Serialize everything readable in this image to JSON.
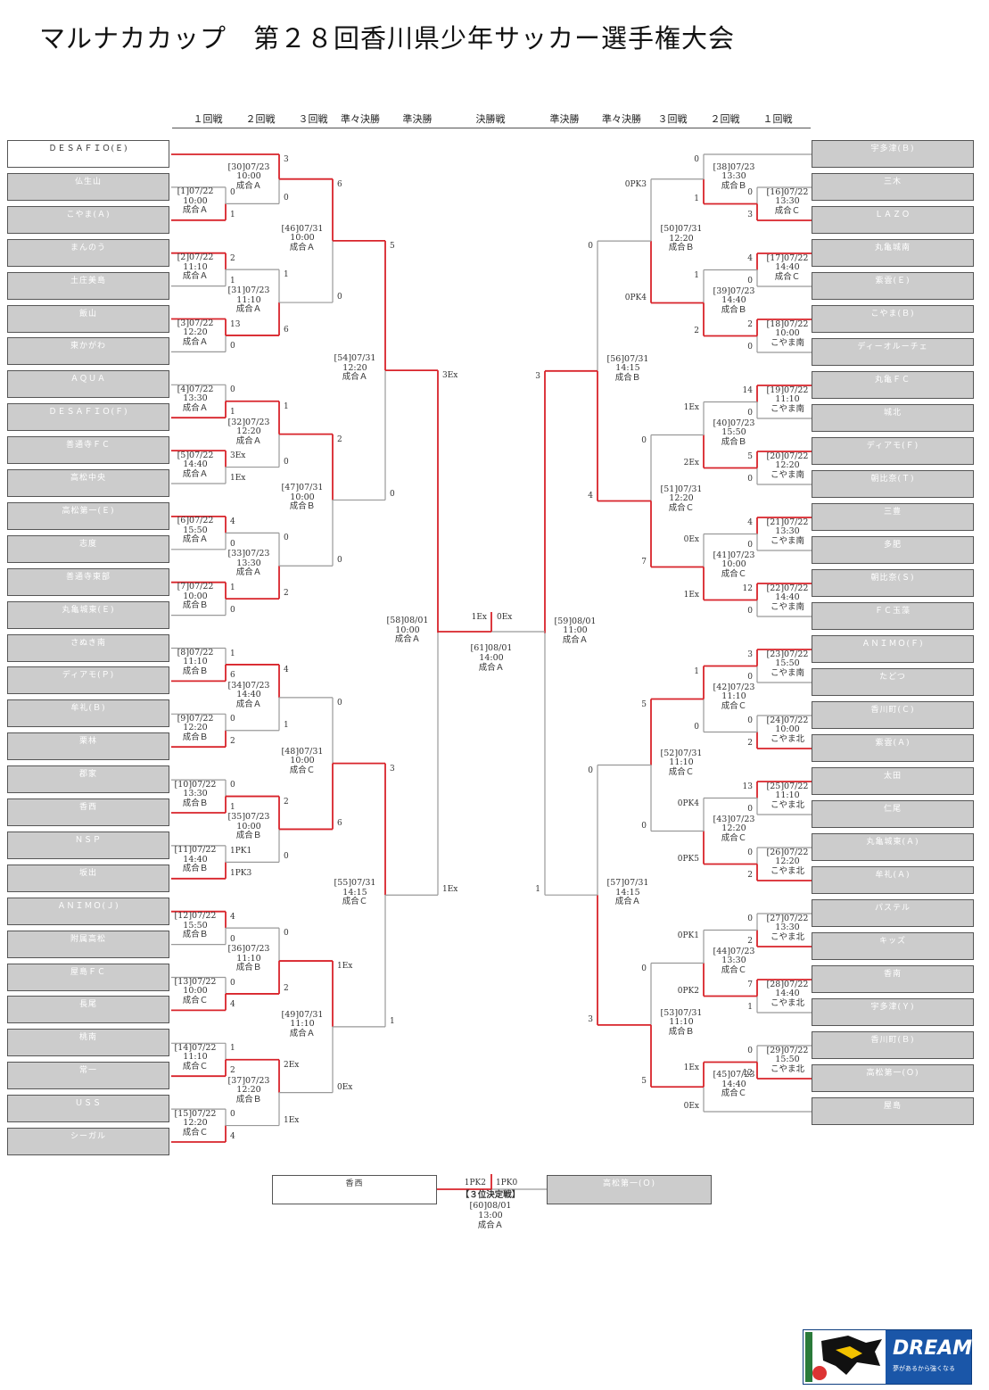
{
  "title": "マルナカカップ　第２８回香川県少年サッカー選手権大会",
  "rounds": {
    "left": [
      "１回戦",
      "２回戦",
      "３回戦",
      "準々決勝",
      "準決勝"
    ],
    "center": "決勝戦",
    "right": [
      "準決勝",
      "準々決勝",
      "３回戦",
      "２回戦",
      "１回戦"
    ]
  },
  "left_teams": [
    {
      "name": "ＤＥＳＡＦＩＯ(Ｅ)",
      "win": true
    },
    {
      "name": "仏生山",
      "win": false
    },
    {
      "name": "こやま(Ａ)",
      "win": false
    },
    {
      "name": "まんのう",
      "win": false
    },
    {
      "name": "土庄美島",
      "win": false
    },
    {
      "name": "飯山",
      "win": false
    },
    {
      "name": "東かがわ",
      "win": false
    },
    {
      "name": "ＡＱＵＡ",
      "win": false
    },
    {
      "name": "ＤＥＳＡＦＩＯ(Ｆ)",
      "win": false
    },
    {
      "name": "善通寺ＦＣ",
      "win": false
    },
    {
      "name": "高松中央",
      "win": false
    },
    {
      "name": "高松第一(Ｅ)",
      "win": false
    },
    {
      "name": "志度",
      "win": false
    },
    {
      "name": "善通寺東部",
      "win": false
    },
    {
      "name": "丸亀城東(Ｅ)",
      "win": false
    },
    {
      "name": "さぬき南",
      "win": false
    },
    {
      "name": "ディアモ(Ｐ)",
      "win": false
    },
    {
      "name": "牟礼(Ｂ)",
      "win": false
    },
    {
      "name": "栗林",
      "win": false
    },
    {
      "name": "郡家",
      "win": false
    },
    {
      "name": "香西",
      "win": false
    },
    {
      "name": "ＮＳＰ",
      "win": false
    },
    {
      "name": "坂出",
      "win": false
    },
    {
      "name": "ＡＮＩＭＯ(Ｊ)",
      "win": false
    },
    {
      "name": "附属高松",
      "win": false
    },
    {
      "name": "屋島ＦＣ",
      "win": false
    },
    {
      "name": "長尾",
      "win": false
    },
    {
      "name": "桃南",
      "win": false
    },
    {
      "name": "常一",
      "win": false
    },
    {
      "name": "ＵＳＳ",
      "win": false
    },
    {
      "name": "シーガル",
      "win": false
    }
  ],
  "right_teams": [
    {
      "name": "宇多津(Ｂ)",
      "win": false
    },
    {
      "name": "三木",
      "win": false
    },
    {
      "name": "ＬＡＺＯ",
      "win": false
    },
    {
      "name": "丸亀城南",
      "win": false
    },
    {
      "name": "紫雲(Ｅ)",
      "win": false
    },
    {
      "name": "こやま(Ｂ)",
      "win": false
    },
    {
      "name": "ディーオルーチェ",
      "win": false
    },
    {
      "name": "丸亀ＦＣ",
      "win": false
    },
    {
      "name": "城北",
      "win": false
    },
    {
      "name": "ディアモ(Ｆ)",
      "win": false
    },
    {
      "name": "朝比奈(Ｔ)",
      "win": false
    },
    {
      "name": "三豊",
      "win": false
    },
    {
      "name": "多肥",
      "win": false
    },
    {
      "name": "朝比奈(Ｓ)",
      "win": false
    },
    {
      "name": "ＦＣ玉藻",
      "win": false
    },
    {
      "name": "ＡＮＩＭＯ(Ｆ)",
      "win": false
    },
    {
      "name": "たどつ",
      "win": false
    },
    {
      "name": "香川町(Ｃ)",
      "win": false
    },
    {
      "name": "紫雲(Ａ)",
      "win": false
    },
    {
      "name": "太田",
      "win": false
    },
    {
      "name": "仁尾",
      "win": false
    },
    {
      "name": "丸亀城東(Ａ)",
      "win": false
    },
    {
      "name": "牟礼(Ａ)",
      "win": false
    },
    {
      "name": "パステル",
      "win": false
    },
    {
      "name": "キッズ",
      "win": false
    },
    {
      "name": "香南",
      "win": false
    },
    {
      "name": "宇多津(Ｙ)",
      "win": false
    },
    {
      "name": "香川町(Ｂ)",
      "win": false
    },
    {
      "name": "高松第一(Ｏ)",
      "win": false
    },
    {
      "name": "屋島",
      "win": false
    }
  ],
  "matches": {
    "L1": {
      "info": [
        "[1]07/22",
        "10:00",
        "成合Ａ"
      ],
      "s1": "0",
      "s2": "1"
    },
    "L2": {
      "info": [
        "[2]07/22",
        "11:10",
        "成合Ａ"
      ],
      "s1": "2",
      "s2": "1"
    },
    "L3": {
      "info": [
        "[3]07/22",
        "12:20",
        "成合Ａ"
      ],
      "s1": "13",
      "s2": "0"
    },
    "L4": {
      "info": [
        "[4]07/22",
        "13:30",
        "成合Ａ"
      ],
      "s1": "0",
      "s2": "1"
    },
    "L5": {
      "info": [
        "[5]07/22",
        "14:40",
        "成合Ａ"
      ],
      "s1": "3Ex",
      "s2": "1Ex"
    },
    "L6": {
      "info": [
        "[6]07/22",
        "15:50",
        "成合Ａ"
      ],
      "s1": "4",
      "s2": "0"
    },
    "L7": {
      "info": [
        "[7]07/22",
        "10:00",
        "成合Ｂ"
      ],
      "s1": "1",
      "s2": "0"
    },
    "L8": {
      "info": [
        "[8]07/22",
        "11:10",
        "成合Ｂ"
      ],
      "s1": "1",
      "s2": "6"
    },
    "L9": {
      "info": [
        "[9]07/22",
        "12:20",
        "成合Ｂ"
      ],
      "s1": "0",
      "s2": "2"
    },
    "L10": {
      "info": [
        "[10]07/22",
        "13:30",
        "成合Ｂ"
      ],
      "s1": "0",
      "s2": "1"
    },
    "L11": {
      "info": [
        "[11]07/22",
        "14:40",
        "成合Ｂ"
      ],
      "s1": "1PK1",
      "s2": "1PK3"
    },
    "L12": {
      "info": [
        "[12]07/22",
        "15:50",
        "成合Ｂ"
      ],
      "s1": "4",
      "s2": "0"
    },
    "L13": {
      "info": [
        "[13]07/22",
        "10:00",
        "成合Ｃ"
      ],
      "s1": "0",
      "s2": "4"
    },
    "L14": {
      "info": [
        "[14]07/22",
        "11:10",
        "成合Ｃ"
      ],
      "s1": "1",
      "s2": "2"
    },
    "L15": {
      "info": [
        "[15]07/22",
        "12:20",
        "成合Ｃ"
      ],
      "s1": "0",
      "s2": "4"
    },
    "L30": {
      "info": [
        "[30]07/23",
        "10:00",
        "成合Ａ"
      ],
      "s1": "3",
      "s2": "0"
    },
    "L31": {
      "info": [
        "[31]07/23",
        "11:10",
        "成合Ａ"
      ],
      "s1": "1",
      "s2": "6"
    },
    "L32": {
      "info": [
        "[32]07/23",
        "12:20",
        "成合Ａ"
      ],
      "s1": "1",
      "s2": "0"
    },
    "L33": {
      "info": [
        "[33]07/23",
        "13:30",
        "成合Ａ"
      ],
      "s1": "0",
      "s2": "2"
    },
    "L34": {
      "info": [
        "[34]07/23",
        "14:40",
        "成合Ａ"
      ],
      "s1": "4",
      "s2": "1"
    },
    "L35": {
      "info": [
        "[35]07/23",
        "10:00",
        "成合Ｂ"
      ],
      "s1": "2",
      "s2": "0"
    },
    "L36": {
      "info": [
        "[36]07/23",
        "11:10",
        "成合Ｂ"
      ],
      "s1": "0",
      "s2": "2"
    },
    "L37": {
      "info": [
        "[37]07/23",
        "12:20",
        "成合Ｂ"
      ],
      "s1": "2Ex",
      "s2": "1Ex"
    },
    "L46": {
      "info": [
        "[46]07/31",
        "10:00",
        "成合Ａ"
      ],
      "s1": "6",
      "s2": "0"
    },
    "L47": {
      "info": [
        "[47]07/31",
        "10:00",
        "成合Ｂ"
      ],
      "s1": "2",
      "s2": "0"
    },
    "L48": {
      "info": [
        "[48]07/31",
        "10:00",
        "成合Ｃ"
      ],
      "s1": "0",
      "s2": "6"
    },
    "L49": {
      "info": [
        "[49]07/31",
        "11:10",
        "成合Ａ"
      ],
      "s1": "1Ex",
      "s2": "0Ex"
    },
    "L54": {
      "info": [
        "[54]07/31",
        "12:20",
        "成合Ａ"
      ],
      "s1": "5",
      "s2": "0"
    },
    "L55": {
      "info": [
        "[55]07/31",
        "14:15",
        "成合Ｃ"
      ],
      "s1": "3",
      "s2": "1"
    },
    "L58": {
      "info": [
        "[58]08/01",
        "10:00",
        "成合Ａ"
      ],
      "s1": "3Ex",
      "s2": "1Ex"
    },
    "R16": {
      "info": [
        "[16]07/22",
        "13:30",
        "成合Ｃ"
      ],
      "s1": "0",
      "s2": "3"
    },
    "R17": {
      "info": [
        "[17]07/22",
        "14:40",
        "成合Ｃ"
      ],
      "s1": "4",
      "s2": "0"
    },
    "R18": {
      "info": [
        "[18]07/22",
        "10:00",
        "こやま南"
      ],
      "s1": "2",
      "s2": "0"
    },
    "R19": {
      "info": [
        "[19]07/22",
        "11:10",
        "こやま南"
      ],
      "s1": "14",
      "s2": "0"
    },
    "R20": {
      "info": [
        "[20]07/22",
        "12:20",
        "こやま南"
      ],
      "s1": "5",
      "s2": "0"
    },
    "R21": {
      "info": [
        "[21]07/22",
        "13:30",
        "こやま南"
      ],
      "s1": "4",
      "s2": "0"
    },
    "R22": {
      "info": [
        "[22]07/22",
        "14:40",
        "こやま南"
      ],
      "s1": "12",
      "s2": "0"
    },
    "R23": {
      "info": [
        "[23]07/22",
        "15:50",
        "こやま南"
      ],
      "s1": "3",
      "s2": "0"
    },
    "R24": {
      "info": [
        "[24]07/22",
        "10:00",
        "こやま北"
      ],
      "s1": "0",
      "s2": "2"
    },
    "R25": {
      "info": [
        "[25]07/22",
        "11:10",
        "こやま北"
      ],
      "s1": "13",
      "s2": "0"
    },
    "R26": {
      "info": [
        "[26]07/22",
        "12:20",
        "こやま北"
      ],
      "s1": "0",
      "s2": "2"
    },
    "R27": {
      "info": [
        "[27]07/22",
        "13:30",
        "こやま北"
      ],
      "s1": "0",
      "s2": "2"
    },
    "R28": {
      "info": [
        "[28]07/22",
        "14:40",
        "こやま北"
      ],
      "s1": "7",
      "s2": "1"
    },
    "R29": {
      "info": [
        "[29]07/22",
        "15:50",
        "こやま北"
      ],
      "s1": "0",
      "s2": "12"
    },
    "R38": {
      "info": [
        "[38]07/23",
        "13:30",
        "成合Ｂ"
      ],
      "s1": "0",
      "s2": "1"
    },
    "R39": {
      "info": [
        "[39]07/23",
        "14:40",
        "成合Ｂ"
      ],
      "s1": "1",
      "s2": "2"
    },
    "R40": {
      "info": [
        "[40]07/23",
        "15:50",
        "成合Ｂ"
      ],
      "s1": "1Ex",
      "s2": "2Ex"
    },
    "R41": {
      "info": [
        "[41]07/23",
        "10:00",
        "成合Ｃ"
      ],
      "s1": "0Ex",
      "s2": "1Ex"
    },
    "R42": {
      "info": [
        "[42]07/23",
        "11:10",
        "成合Ｃ"
      ],
      "s1": "1",
      "s2": "0"
    },
    "R43": {
      "info": [
        "[43]07/23",
        "12:20",
        "成合Ｃ"
      ],
      "s1": "0PK4",
      "s2": "0PK5"
    },
    "R44": {
      "info": [
        "[44]07/23",
        "13:30",
        "成合Ｃ"
      ],
      "s1": "0PK1",
      "s2": "0PK2"
    },
    "R45": {
      "info": [
        "[45]07/23",
        "14:40",
        "成合Ｃ"
      ],
      "s1": "1Ex",
      "s2": "0Ex"
    },
    "R50": {
      "info": [
        "[50]07/31",
        "12:20",
        "成合Ｂ"
      ],
      "s1": "0PK3",
      "s2": "0PK4"
    },
    "R51": {
      "info": [
        "[51]07/31",
        "12:20",
        "成合Ｃ"
      ],
      "s1": "0",
      "s2": "7"
    },
    "R52": {
      "info": [
        "[52]07/31",
        "11:10",
        "成合Ｃ"
      ],
      "s1": "5",
      "s2": "0"
    },
    "R53": {
      "info": [
        "[53]07/31",
        "11:10",
        "成合Ｂ"
      ],
      "s1": "0",
      "s2": "5"
    },
    "R56": {
      "info": [
        "[56]07/31",
        "14:15",
        "成合Ｂ"
      ],
      "s1": "0",
      "s2": "4"
    },
    "R57": {
      "info": [
        "[57]07/31",
        "14:15",
        "成合Ａ"
      ],
      "s1": "0",
      "s2": "3"
    },
    "R59": {
      "info": [
        "[59]08/01",
        "11:00",
        "成合Ａ"
      ],
      "s1": "3",
      "s2": "1"
    }
  },
  "final": {
    "info": [
      "[61]08/01",
      "14:00",
      "成合Ａ"
    ],
    "s1": "1Ex",
    "s2": "0Ex"
  },
  "third_place": {
    "title": "【３位決定戦】",
    "info": [
      "[60]08/01",
      "13:00",
      "成合Ａ"
    ],
    "team1": "香西",
    "team2": "高松第一(Ｏ)",
    "s1": "1PK2",
    "s2": "1PK0"
  },
  "logo": {
    "text": "DREAM",
    "subtext": "夢があるから強くなる"
  }
}
